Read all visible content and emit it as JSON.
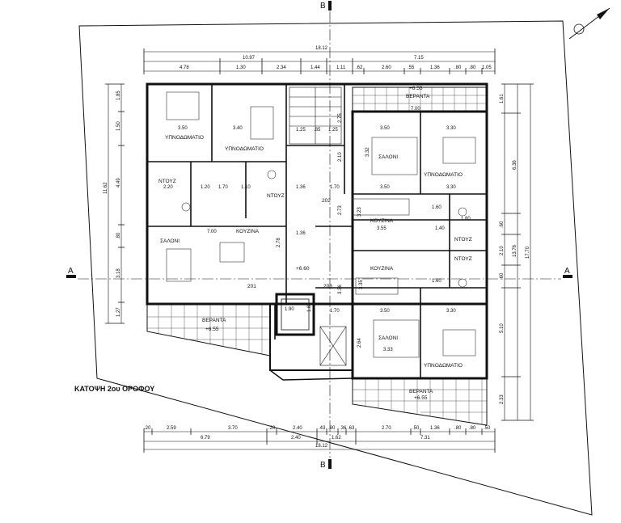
{
  "drawing": {
    "title": "ΚΑΤΟΨΗ 2ου ΟΡΟΦΟΥ",
    "section_a": "A",
    "section_b": "B",
    "spot_level": "+6.60"
  },
  "rooms": {
    "bedroom_a": "ΥΠΝΟΔΩΜΑΤΙΟ",
    "bedroom_b": "ΥΠΝΟΔΩΜΑΤΙΟ",
    "bedroom_c": "ΥΠΝΟΔΩΜΑΤΙΟ",
    "bedroom_d": "ΥΠΝΟΔΩΜΑΤΙΟ",
    "shower_a": "ΝΤΟΥΖ",
    "shower_b": "ΝΤΟΥΖ",
    "shower_c": "ΝΤΟΥΖ",
    "shower_d": "ΝΤΟΥΖ",
    "living_a": "ΣΑΛΟΝΙ",
    "living_b": "ΣΑΛΟΝΙ",
    "living_c": "ΣΑΛΟΝΙ",
    "kitchen_a": "ΚΟΥΖΙΝΑ",
    "kitchen_b": "ΚΟΥΖΙΝΑ",
    "kitchen_c": "ΚΟΥΖΙΝΑ",
    "veranda_a": "ΒΕΡΑΝΤΑ",
    "veranda_b": "ΒΕΡΑΝΤΑ",
    "veranda_c": "ΒΕΡΑΝΤΑ",
    "level_a": "+6.55",
    "level_b": "+6.55",
    "level_c": "+6.55",
    "apt_201": "201",
    "apt_202": "202",
    "apt_203": "203"
  },
  "dimensions": {
    "top_total": "18.12",
    "top_left_group": "10.97",
    "top_right_group": "7.15",
    "top_detail": [
      "4.78",
      "1.30",
      "2.34",
      "1.44",
      "1.11",
      ".62",
      "2.60",
      ".55",
      "1.36",
      ".80",
      ".80",
      "1.05"
    ],
    "bottom_total": "18.12",
    "bottom_detail": [
      ".20",
      "2.59",
      "3.70",
      ".20",
      "2.40",
      ".43",
      ".80",
      ".36",
      ".63",
      "2.70",
      ".50",
      "1.36",
      ".80",
      ".80",
      ".50"
    ],
    "bottom_group": [
      "6.79",
      "2.40",
      "1.62",
      "7.31"
    ],
    "left_total": "11.62",
    "left_detail": [
      "1.85",
      "1.50",
      "4.49",
      ".80",
      "3.18",
      "1.27"
    ],
    "right_total": "17.70",
    "right_group": [
      "6.36",
      "13.76",
      "5.10",
      "2.33"
    ],
    "right_detail": [
      "1.61",
      ".60",
      "2.10",
      ".60"
    ],
    "interior": [
      "3.50",
      "3.40",
      "3.50",
      "3.30",
      "3.50",
      "3.30",
      "3.50",
      "3.30",
      "2.20",
      "1.20",
      "1.70",
      "1.10",
      "1.36",
      "1.36",
      "1.70",
      "1.70",
      "1.60",
      "1.60",
      "1.40",
      "1.80",
      "2.78",
      "2.73",
      "3.32",
      "3.23",
      "3.55",
      "3.36",
      "3.35",
      "2.64",
      "3.33",
      "1.90",
      "1.85",
      "2.10",
      "7.00",
      "7.00",
      "1.25",
      ".85",
      "1.25",
      "2.75"
    ]
  }
}
